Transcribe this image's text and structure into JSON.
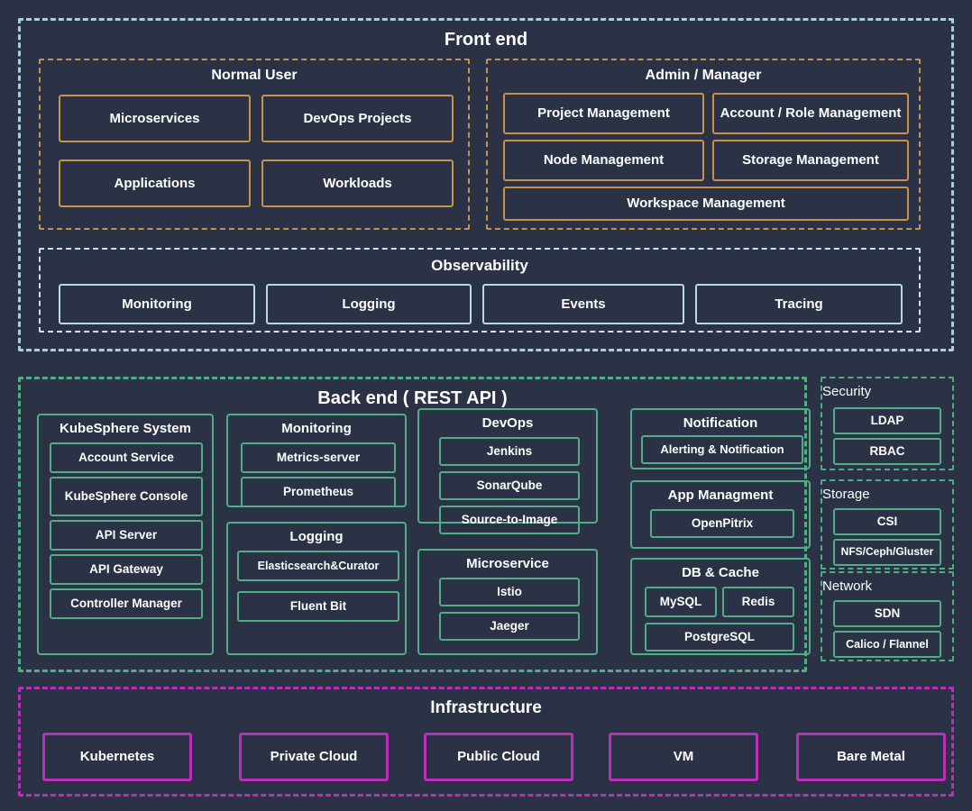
{
  "diagram": {
    "title": "KubeSphere Architecture",
    "colors": {
      "background": "#2b3245",
      "frontend_border": "#a9cfdd",
      "frontend_accent": "#c8924a",
      "observability_border": "#b9d9e9",
      "backend_border": "#4fae84",
      "infrastructure_border": "#bb2ebb",
      "text": "#ffffff"
    }
  },
  "front_end": {
    "title": "Front end",
    "normal_user": {
      "title": "Normal User",
      "items": [
        {
          "label": "Microservices"
        },
        {
          "label": "DevOps Projects"
        },
        {
          "label": "Applications"
        },
        {
          "label": "Workloads"
        }
      ]
    },
    "admin_manager": {
      "title": "Admin / Manager",
      "items": [
        {
          "label": "Project Management"
        },
        {
          "label": "Account / Role Management"
        },
        {
          "label": "Node Management"
        },
        {
          "label": "Storage Management"
        },
        {
          "label": "Workspace Management"
        }
      ]
    },
    "observability": {
      "title": "Observability",
      "items": [
        {
          "label": "Monitoring"
        },
        {
          "label": "Logging"
        },
        {
          "label": "Events"
        },
        {
          "label": "Tracing"
        }
      ]
    }
  },
  "back_end": {
    "title": "Back end ( REST API )",
    "panels": [
      {
        "title": "KubeSphere System",
        "items": [
          {
            "label": "Account Service"
          },
          {
            "label": "KubeSphere Console"
          },
          {
            "label": "API Server"
          },
          {
            "label": "API Gateway"
          },
          {
            "label": "Controller Manager"
          }
        ]
      },
      {
        "title": "Monitoring",
        "items": [
          {
            "label": "Metrics-server"
          },
          {
            "label": "Prometheus"
          }
        ]
      },
      {
        "title": "Logging",
        "items": [
          {
            "label": "Elasticsearch&Curator"
          },
          {
            "label": "Fluent Bit"
          }
        ]
      },
      {
        "title": "DevOps",
        "items": [
          {
            "label": "Jenkins"
          },
          {
            "label": "SonarQube"
          },
          {
            "label": "Source-to-Image"
          }
        ]
      },
      {
        "title": "Microservice",
        "items": [
          {
            "label": "Istio"
          },
          {
            "label": "Jaeger"
          }
        ]
      },
      {
        "title": "Notification",
        "items": [
          {
            "label": "Alerting & Notification"
          }
        ]
      },
      {
        "title": "App Managment",
        "items": [
          {
            "label": "OpenPitrix"
          }
        ]
      },
      {
        "title": "DB & Cache",
        "items": [
          {
            "label": "MySQL"
          },
          {
            "label": "Redis"
          },
          {
            "label": "PostgreSQL"
          }
        ]
      }
    ]
  },
  "right_column": {
    "sections": [
      {
        "title": "Security",
        "items": [
          {
            "label": "LDAP"
          },
          {
            "label": "RBAC"
          }
        ]
      },
      {
        "title": "Storage",
        "items": [
          {
            "label": "CSI"
          },
          {
            "label": "NFS/Ceph/Gluster"
          }
        ]
      },
      {
        "title": "Network",
        "items": [
          {
            "label": "SDN"
          },
          {
            "label": "Calico / Flannel"
          }
        ]
      }
    ]
  },
  "infrastructure": {
    "title": "Infrastructure",
    "items": [
      {
        "label": "Kubernetes"
      },
      {
        "label": "Private Cloud"
      },
      {
        "label": "Public Cloud"
      },
      {
        "label": "VM"
      },
      {
        "label": "Bare Metal"
      }
    ]
  }
}
